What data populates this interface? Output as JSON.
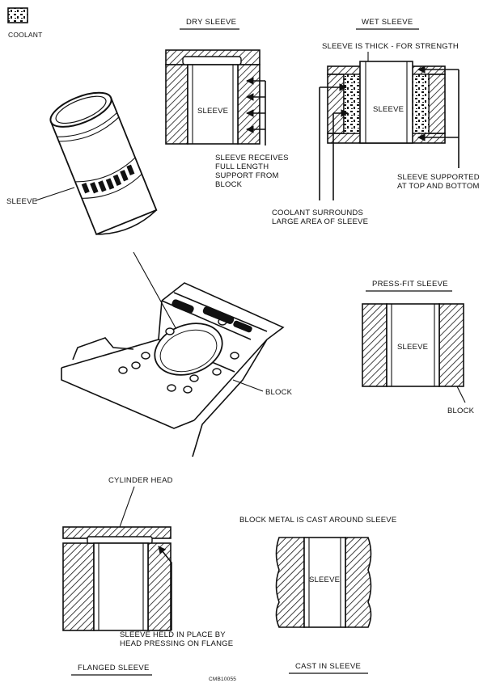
{
  "legend": {
    "label": "COOLANT"
  },
  "dry_sleeve": {
    "title": "DRY SLEEVE",
    "sleeve_label": "SLEEVE",
    "note_lines": [
      "SLEEVE RECEIVES",
      "FULL LENGTH",
      "SUPPORT FROM",
      "BLOCK"
    ]
  },
  "wet_sleeve": {
    "title": "WET SLEEVE",
    "top_note": "SLEEVE IS THICK - FOR STRENGTH",
    "sleeve_label": "SLEEVE",
    "support_lines": [
      "SLEEVE SUPPORTED",
      "AT TOP AND BOTTOM"
    ],
    "coolant_lines": [
      "COOLANT SURROUNDS",
      "LARGE AREA OF SLEEVE"
    ]
  },
  "engine": {
    "sleeve_label": "SLEEVE",
    "block_label": "BLOCK"
  },
  "press_fit": {
    "title": "PRESS-FIT SLEEVE",
    "sleeve_label": "SLEEVE",
    "block_label": "BLOCK"
  },
  "flanged": {
    "head_label": "CYLINDER HEAD",
    "note_lines": [
      "SLEEVE HELD IN PLACE BY",
      "HEAD PRESSING ON FLANGE"
    ],
    "title": "FLANGED SLEEVE"
  },
  "cast_in": {
    "note": "BLOCK METAL IS CAST AROUND SLEEVE",
    "sleeve_label": "SLEEVE",
    "title": "CAST IN SLEEVE"
  },
  "figure_code": "CMB10055"
}
